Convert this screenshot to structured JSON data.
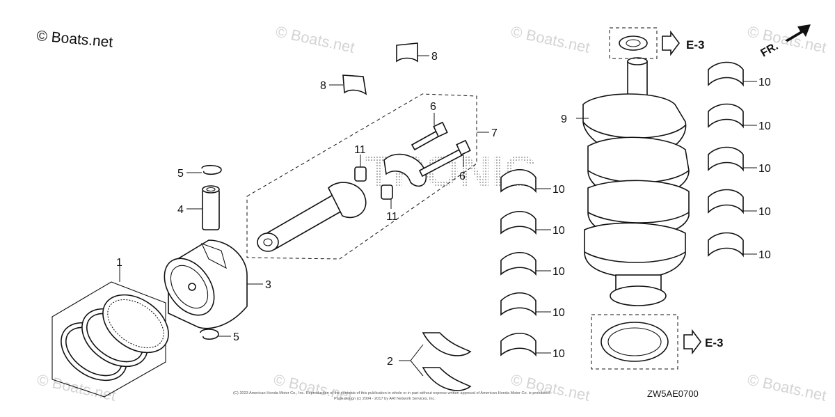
{
  "copyright_mark": "© Boats.net",
  "watermarks": [
    "© Boats.net",
    "© Boats.net",
    "© Boats.net",
    "© Boats.net",
    "© Boats.net",
    "© Boats.net",
    "© Boats.net"
  ],
  "background_mark": "TRONIC",
  "direction_indicator": "FR.",
  "diagram_code": "ZW5AE0700",
  "footer_notice_line1": "(C) 2023 American Honda Motor Co., Inc. Reproduction of the contents of this publication in whole or in part without express written approval of American Honda Motor Co. is prohibited.",
  "footer_notice_line2": "Page design (c) 2004 - 2017 by ARI Network Services, Inc.",
  "reference_labels": {
    "upper": "E-3",
    "lower": "E-3"
  },
  "callouts": {
    "piston_ring_set": "1",
    "thrust_washer": "2",
    "piston": "3",
    "piston_pin": "4",
    "pin_clip_top": "5",
    "pin_clip_bottom": "5",
    "rod_bolt_top": "6",
    "rod_bolt_lower": "6",
    "connecting_rod": "7",
    "rod_bearing_a": "8",
    "rod_bearing_b": "8",
    "crankshaft": "9",
    "main_bearing_r1": "10",
    "main_bearing_r2": "10",
    "main_bearing_r3": "10",
    "main_bearing_r4": "10",
    "main_bearing_r5": "10",
    "main_bearing_l1": "10",
    "main_bearing_l2": "10",
    "main_bearing_l3": "10",
    "main_bearing_l4": "10",
    "main_bearing_l5": "10",
    "dowel_pin_top": "11",
    "dowel_pin_bottom": "11"
  }
}
